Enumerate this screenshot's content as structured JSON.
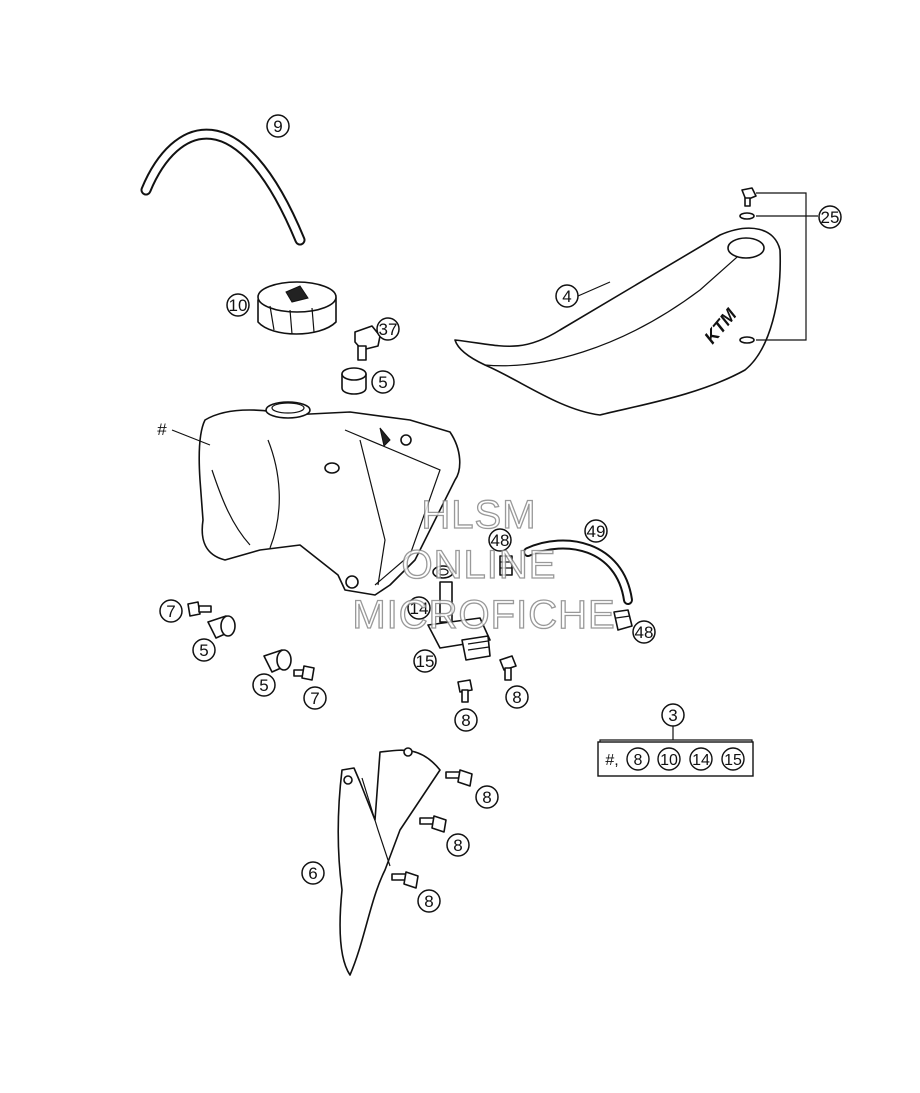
{
  "callouts": {
    "c9": "9",
    "c25": "25",
    "c4": "4",
    "c10": "10",
    "c37": "37",
    "c5a": "5",
    "hash": "#",
    "c49": "49",
    "c48a": "48",
    "c14": "14",
    "c48b": "48",
    "c7a": "7",
    "c5b": "5",
    "c15": "15",
    "c8a": "8",
    "c5c": "5",
    "c7b": "7",
    "c8b": "8",
    "c3": "3",
    "c8c": "8",
    "c8d": "8",
    "c6": "6",
    "c8e": "8"
  },
  "kit": {
    "prefix": "#,",
    "items": [
      "8",
      "10",
      "14",
      "15"
    ]
  },
  "seat_logo": "KTM",
  "watermark": {
    "line1": "HLSM",
    "line2": "ONLINE",
    "line3": "MICROFICHE"
  }
}
